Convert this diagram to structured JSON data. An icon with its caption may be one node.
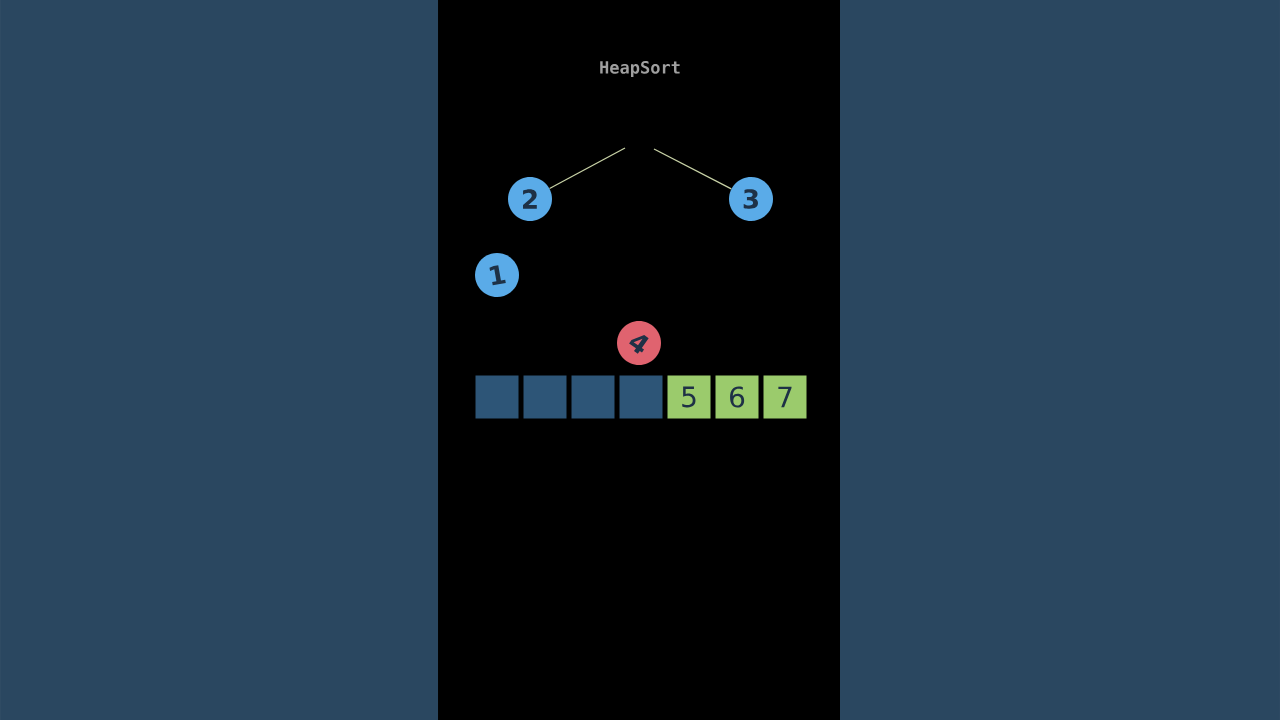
{
  "diagram": {
    "title": "HeapSort",
    "nodes": [
      {
        "text": [
          "2"
        ]
      },
      {
        "text": [
          "3"
        ]
      },
      {
        "text": [
          "1"
        ]
      },
      {
        "text": [
          "4"
        ]
      },
      {
        "text": [],
        "shape": "box"
      },
      {
        "text": [],
        "shape": "box"
      },
      {
        "text": [],
        "shape": "box"
      },
      {
        "text": [],
        "shape": "box"
      },
      {
        "text": [
          "5"
        ]
      },
      {
        "text": [
          "6"
        ]
      },
      {
        "text": [
          "7"
        ]
      }
    ],
    "edges": [
      {
        "from": null,
        "to": 0,
        "arrow": "none"
      },
      {
        "from": null,
        "to": 1,
        "arrow": "none"
      }
    ]
  }
}
